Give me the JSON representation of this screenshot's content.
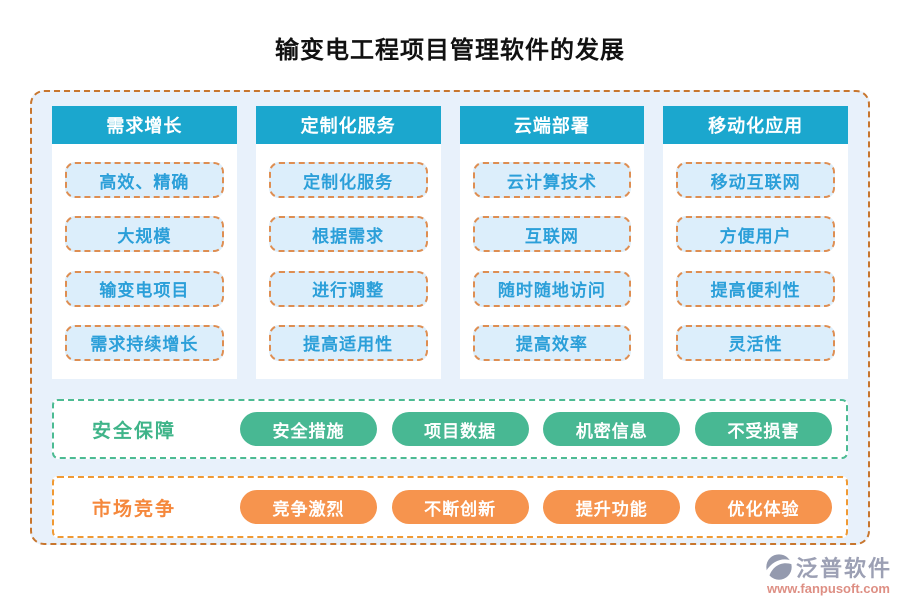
{
  "title": "输变电工程项目管理软件的发展",
  "columns": [
    {
      "header": "需求增长",
      "items": [
        "高效、精确",
        "大规模",
        "输变电项目",
        "需求持续增长"
      ]
    },
    {
      "header": "定制化服务",
      "items": [
        "定制化服务",
        "根据需求",
        "进行调整",
        "提高适用性"
      ]
    },
    {
      "header": "云端部署",
      "items": [
        "云计算技术",
        "互联网",
        "随时随地访问",
        "提高效率"
      ]
    },
    {
      "header": "移动化应用",
      "items": [
        "移动互联网",
        "方便用户",
        "提高便利性",
        "灵活性"
      ]
    }
  ],
  "security_row": {
    "label": "安全保障",
    "pills": [
      "安全措施",
      "项目数据",
      "机密信息",
      "不受损害"
    ]
  },
  "market_row": {
    "label": "市场竞争",
    "pills": [
      "竞争激烈",
      "不断创新",
      "提升功能",
      "优化体验"
    ]
  },
  "logo": {
    "name": "泛普软件",
    "url": "www.fanpusoft.com"
  },
  "colors": {
    "header_teal": "#1BA7CE",
    "item_text_blue": "#2B9FD9",
    "item_bg_blue": "#DCEEFB",
    "item_border_orange": "#DE8E52",
    "container_bg": "#E8F1FB",
    "container_border_orange": "#C8762E",
    "green_accent": "#48B893",
    "green_border": "#4CBB92",
    "orange_accent": "#F6944E",
    "orange_border": "#F09A34",
    "logo_gray": "#9CA0B4",
    "logo_url_salmon": "#DE8F84"
  }
}
